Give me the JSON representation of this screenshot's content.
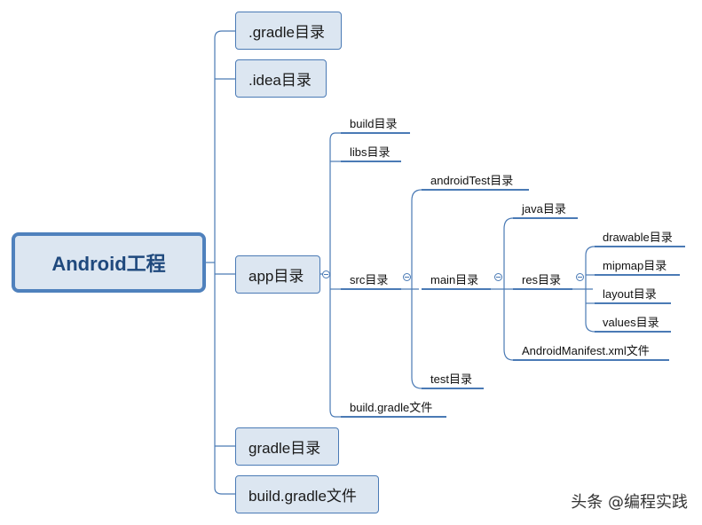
{
  "root": {
    "label": "Android工程"
  },
  "top_level": [
    {
      "label": ".gradle目录"
    },
    {
      "label": ".idea目录"
    },
    {
      "label": "app目录"
    },
    {
      "label": "gradle目录"
    },
    {
      "label": "build.gradle文件"
    }
  ],
  "app": {
    "children": [
      {
        "label": "build目录"
      },
      {
        "label": "libs目录"
      },
      {
        "label": "src目录"
      },
      {
        "label": "build.gradle文件"
      }
    ]
  },
  "src": {
    "children": [
      {
        "label": "androidTest目录"
      },
      {
        "label": "main目录"
      },
      {
        "label": "test目录"
      }
    ]
  },
  "main": {
    "children": [
      {
        "label": "java目录"
      },
      {
        "label": "res目录"
      },
      {
        "label": "AndroidManifest.xml文件"
      }
    ]
  },
  "res": {
    "children": [
      {
        "label": "drawable目录"
      },
      {
        "label": "mipmap目录"
      },
      {
        "label": "layout目录"
      },
      {
        "label": "values目录"
      }
    ]
  },
  "watermark": {
    "text": "头条 @编程实践"
  },
  "colors": {
    "line": "#4a7ab5",
    "box_fill": "#dce6f1",
    "root_border": "#4f81bd",
    "root_text": "#1f497d"
  }
}
